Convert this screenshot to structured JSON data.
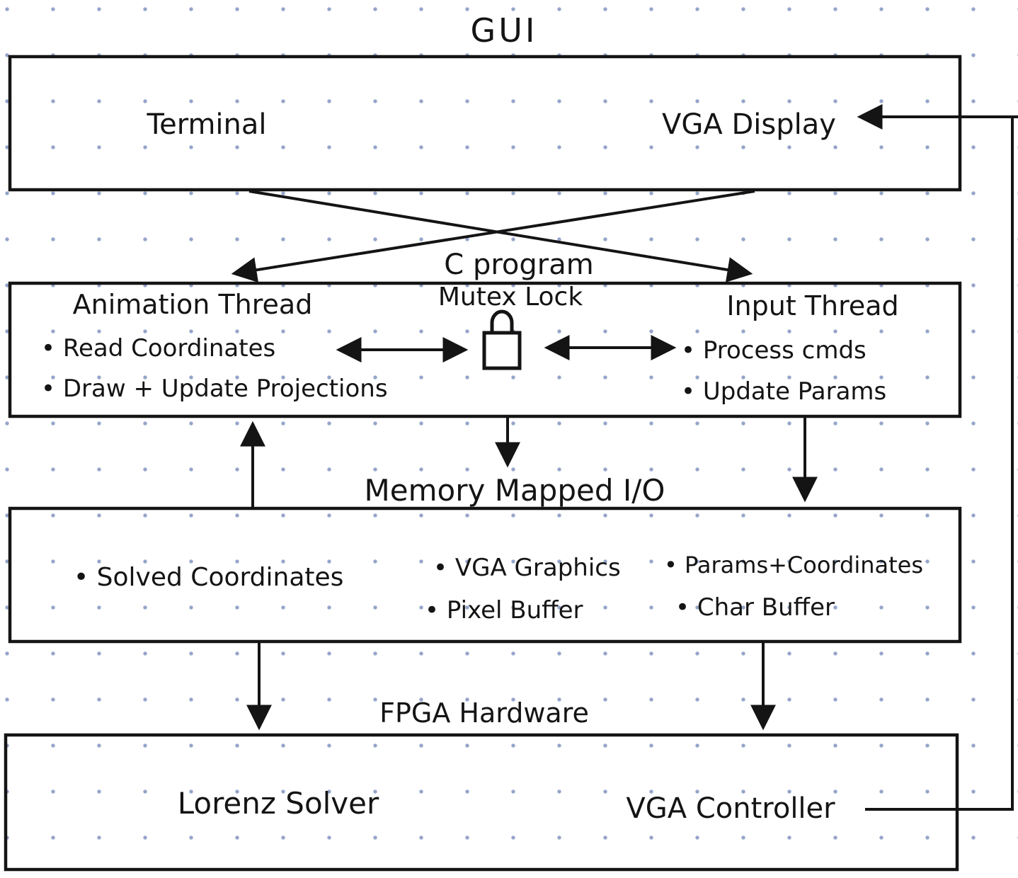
{
  "colors": {
    "ink": "#141414",
    "grid_dot": "#94a3c9",
    "background": "#ffffff"
  },
  "gui": {
    "title": "GUI",
    "terminal": "Terminal",
    "vga_display": "VGA Display"
  },
  "c_program": {
    "title": "C program",
    "mutex_label": "Mutex Lock",
    "mutex_icon": "padlock",
    "animation_thread": {
      "title": "Animation Thread",
      "items": [
        "• Read Coordinates",
        "• Draw + Update Projections"
      ]
    },
    "input_thread": {
      "title": "Input Thread",
      "items": [
        "• Process cmds",
        "• Update Params"
      ]
    }
  },
  "memory_io": {
    "title": "Memory Mapped I/O",
    "left_items": [
      "• Solved Coordinates"
    ],
    "mid_items": [
      "• VGA Graphics",
      "• Pixel Buffer"
    ],
    "right_items": [
      "• Params+Coordinates",
      "• Char Buffer"
    ]
  },
  "fpga": {
    "title": "FPGA Hardware",
    "lorenz_solver": "Lorenz Solver",
    "vga_controller": "VGA Controller"
  }
}
